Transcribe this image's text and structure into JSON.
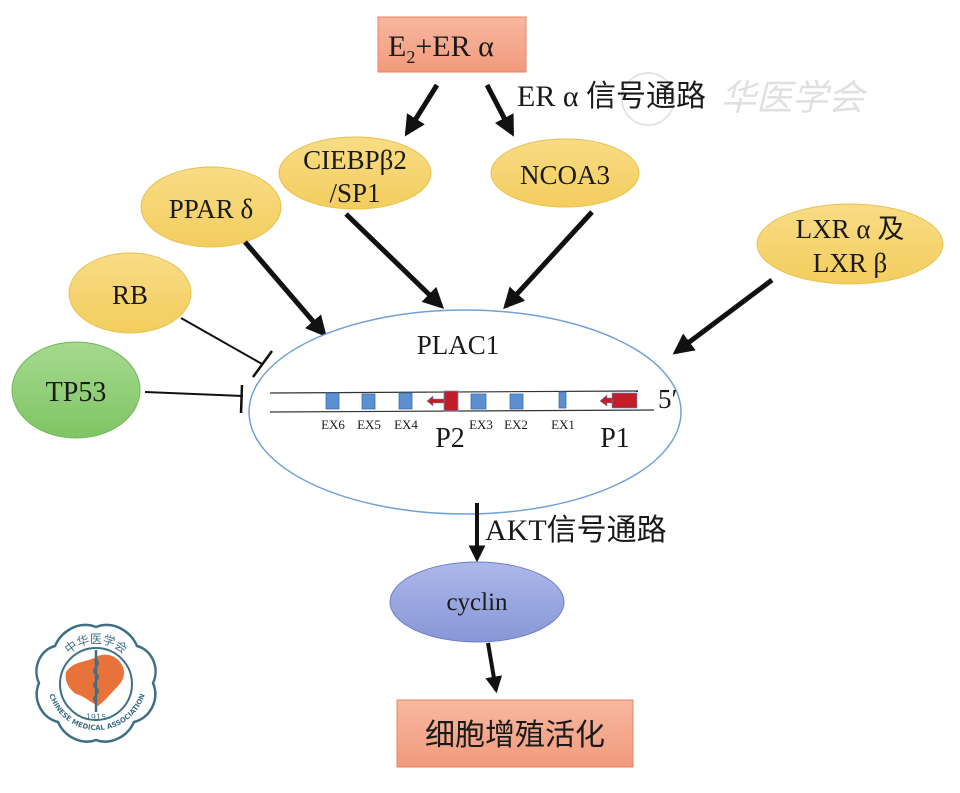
{
  "diagram": {
    "top_box": {
      "main": "E",
      "sub": "2",
      "rest": "+ER α"
    },
    "er_pathway_label": "ER α 信号通路",
    "watermark": "华医学会",
    "nodes": {
      "ciebp": {
        "line1": "CIEBPβ2",
        "line2": "/SP1"
      },
      "ncoa3": "NCOA3",
      "ppar": "PPAR δ",
      "rb": "RB",
      "tp53": "TP53",
      "lxr": {
        "line1": "LXR α 及",
        "line2": "LXR β"
      },
      "plac1": "PLAC1",
      "cyclin": "cyclin"
    },
    "gene": {
      "exons": [
        "EX6",
        "EX5",
        "EX4",
        "EX3",
        "EX2",
        "EX1"
      ],
      "promoters": [
        "P2",
        "P1"
      ],
      "end_label": "5′"
    },
    "akt_label": "AKT信号通路",
    "result_box": "细胞增殖活化",
    "logo": {
      "top_text": "中华医学会",
      "year": "1915",
      "bottom_text": "CHINESE MEDICAL ASSOCIATION"
    },
    "colors": {
      "salmon": "#f4a58a",
      "yellow": "#f6d36e",
      "green": "#8fcf74",
      "blue_node": "#9aa8e0",
      "ellipse_stroke": "#6fa0d8",
      "exon": "#5b8fd0",
      "promoter": "#c01f26",
      "logo_orange": "#e8733a",
      "logo_teal": "#3f6f86"
    }
  }
}
